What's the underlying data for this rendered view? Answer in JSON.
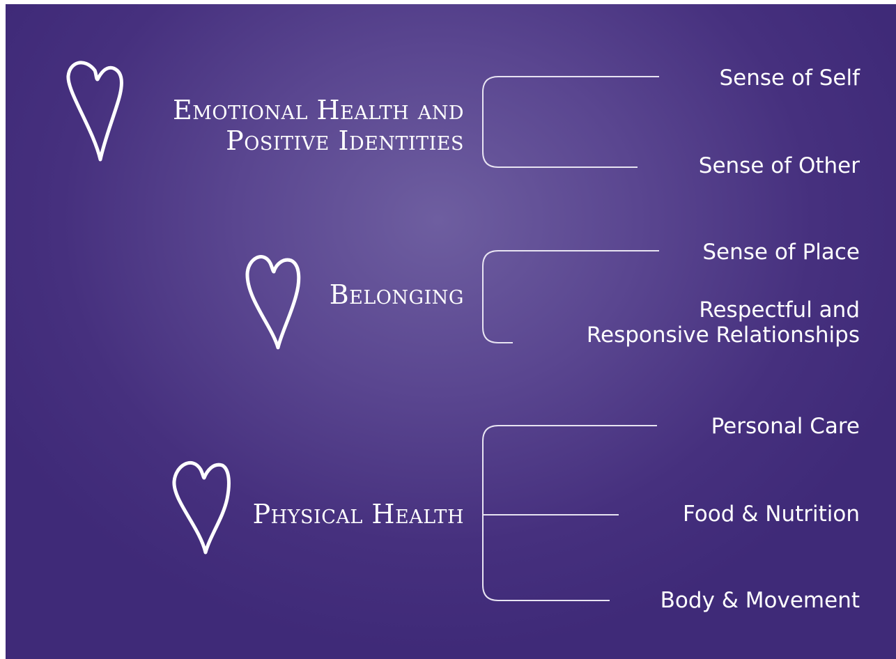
{
  "colors": {
    "background": "#4b3584",
    "background_center": "#6e5ea0",
    "text": "#ffffff",
    "lines": "#e8e4f2"
  },
  "groups": [
    {
      "icon": "heart-outline-icon",
      "heading": "Emotional Health and\nPositive Identities",
      "items": [
        "Sense of Self",
        "Sense of Other"
      ]
    },
    {
      "icon": "heart-outline-icon",
      "heading": "Belonging",
      "items": [
        "Sense of Place",
        "Respectful and\nResponsive Relationships"
      ]
    },
    {
      "icon": "heart-outline-icon",
      "heading": "Physical Health",
      "items": [
        "Personal Care",
        "Food & Nutrition",
        "Body & Movement"
      ]
    }
  ]
}
